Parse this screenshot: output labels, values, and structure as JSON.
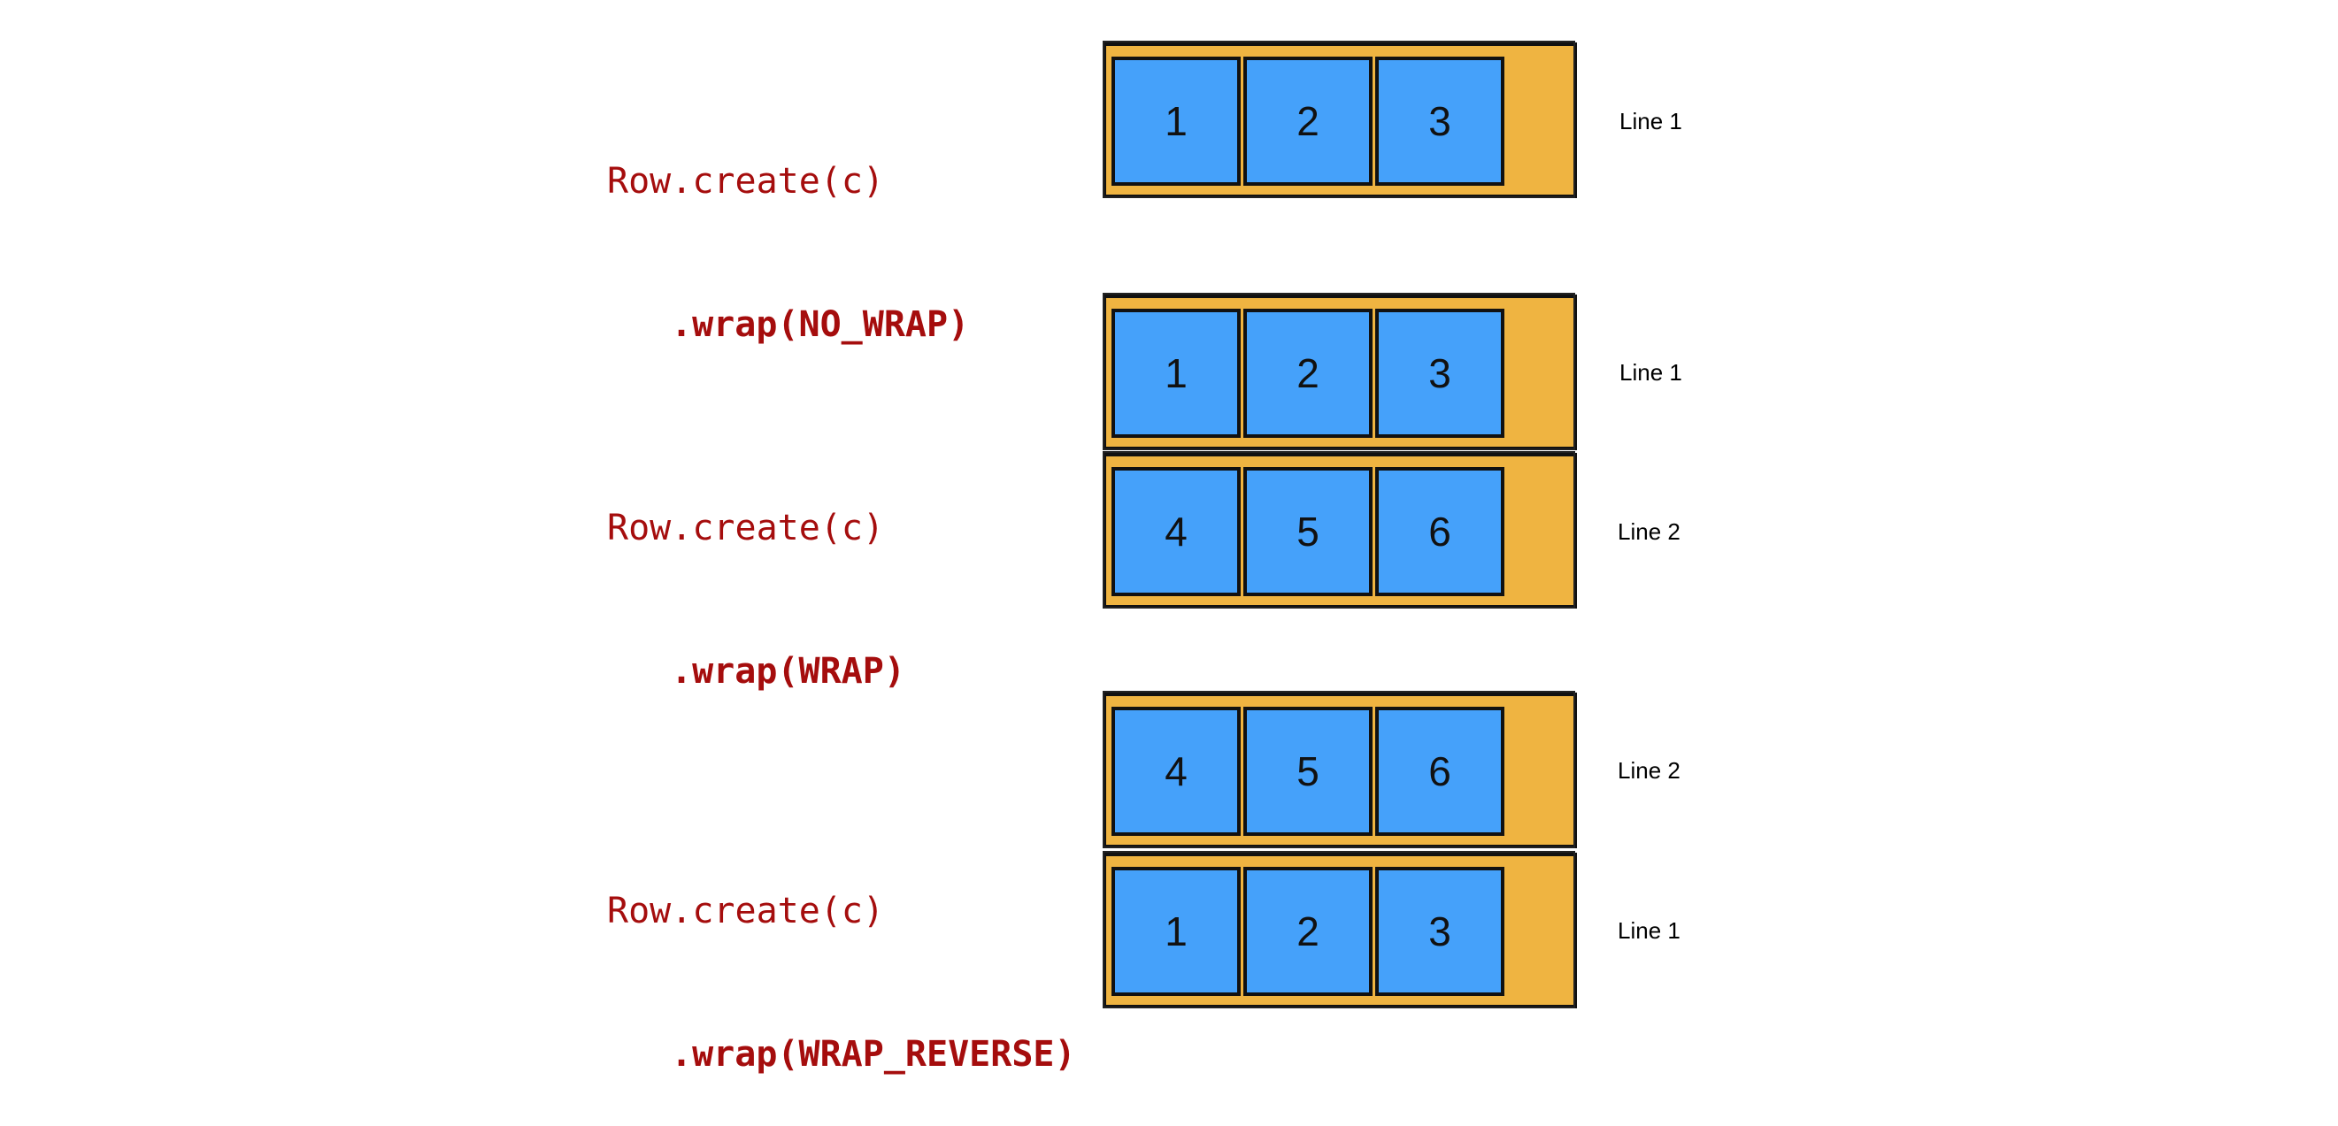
{
  "colors": {
    "code": "#a50d0d",
    "container": "#efb441",
    "item": "#45a1fa",
    "border": "#111111"
  },
  "examples": [
    {
      "code_line1": "Row.create(c)",
      "code_line2": ".wrap(NO_WRAP)",
      "lines": [
        {
          "label": "Line 1",
          "items": [
            "1",
            "2",
            "3"
          ]
        }
      ]
    },
    {
      "code_line1": "Row.create(c)",
      "code_line2": ".wrap(WRAP)",
      "lines": [
        {
          "label": "Line 1",
          "items": [
            "1",
            "2",
            "3"
          ]
        },
        {
          "label": "Line 2",
          "items": [
            "4",
            "5",
            "6"
          ]
        }
      ]
    },
    {
      "code_line1": "Row.create(c)",
      "code_line2": ".wrap(WRAP_REVERSE)",
      "lines": [
        {
          "label": "Line 2",
          "items": [
            "4",
            "5",
            "6"
          ]
        },
        {
          "label": "Line 1",
          "items": [
            "1",
            "2",
            "3"
          ]
        }
      ]
    }
  ]
}
